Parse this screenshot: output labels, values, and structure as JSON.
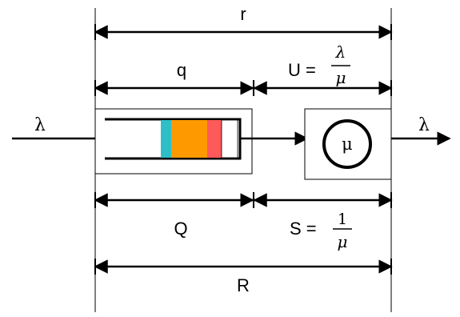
{
  "diagram": {
    "labels": {
      "r": "r",
      "q": "q",
      "u_prefix": "U =",
      "u_num": "λ",
      "u_den": "μ",
      "arrival_rate": "λ",
      "departure_rate": "λ",
      "service_rate": "μ",
      "Q": "Q",
      "s_prefix": "S =",
      "s_num": "1",
      "s_den": "μ",
      "R": "R"
    },
    "queue_colors": [
      "#2ebfc6",
      "#ff9900",
      "#ff5a5a",
      "#ffffff"
    ],
    "line_color": "#000000"
  }
}
